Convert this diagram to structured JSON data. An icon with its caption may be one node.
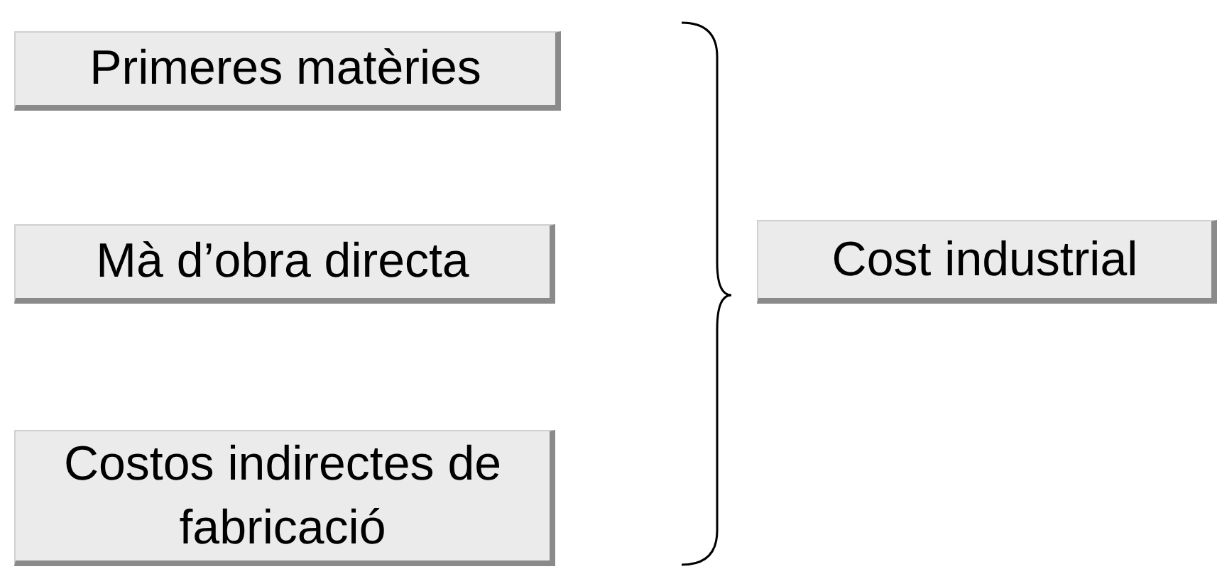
{
  "diagram": {
    "nodes": [
      {
        "text": [
          "Primeres matèries"
        ]
      },
      {
        "text": [
          "Mà d’obra directa"
        ]
      },
      {
        "text": [
          "Costos indirectes de fabricació"
        ]
      },
      {
        "text": [
          "Cost industrial"
        ]
      }
    ]
  }
}
